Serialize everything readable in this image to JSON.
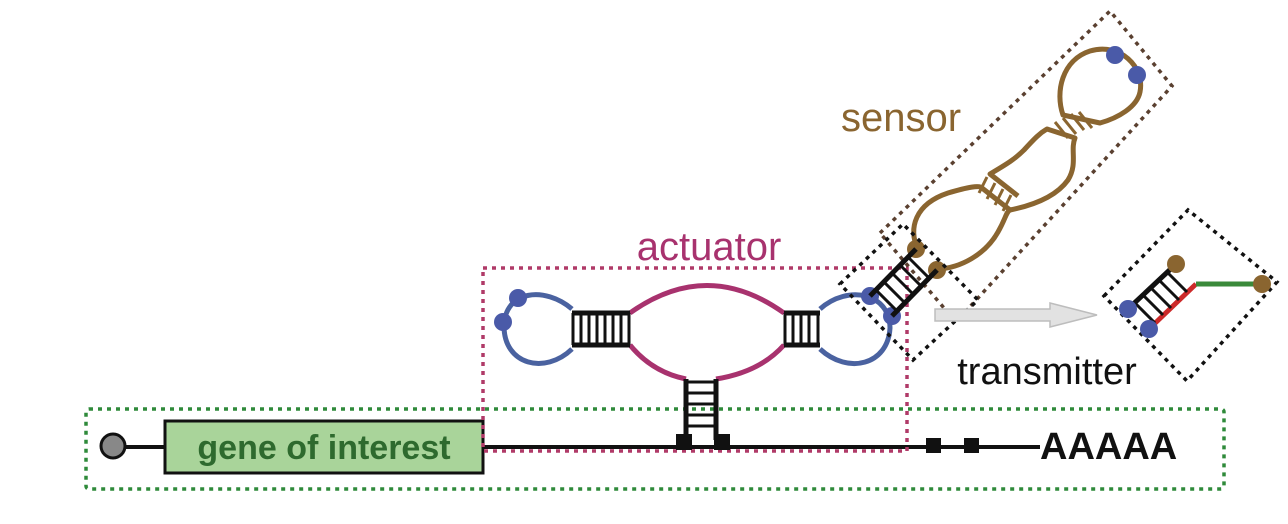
{
  "labels": {
    "sensor": "sensor",
    "actuator": "actuator",
    "transmitter": "transmitter",
    "gene": "gene of interest",
    "polya": "AAAAA"
  },
  "colors": {
    "sensor": "#8a6530",
    "sensor_box": "#5a4030",
    "actuator": "#a8326e",
    "actuator_box": "#b03a68",
    "loop": "#4a62a0",
    "nucleotide_dot": "#4a5aa8",
    "gene_fill": "#a9d49a",
    "gene_text": "#2e6a2e",
    "mrna_box": "#2f8a3a",
    "transmitter_red": "#cc2a2a",
    "transmitter_green": "#3a8a3a",
    "arrow": "#e2e2e2",
    "cap": "#888888",
    "text": "#111111"
  }
}
